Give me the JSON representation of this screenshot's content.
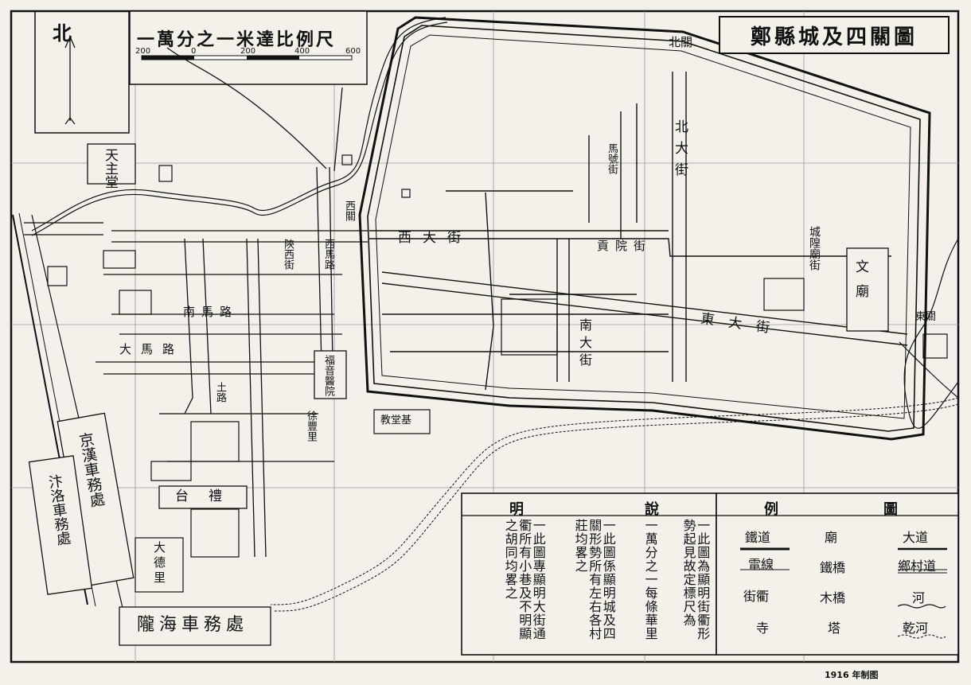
{
  "title": "鄭縣城及四關圖",
  "scale": {
    "title": "一萬分之一米達比例尺",
    "ticks": [
      "200",
      "0",
      "200",
      "400",
      "600"
    ]
  },
  "north": "北",
  "year_note": "1916 年制图",
  "explanation": {
    "header": [
      "說",
      "明"
    ],
    "lines": [
      "一此圖為顯明街衢形勢起見故定標尺為",
      "一萬分之一每條華里",
      "一此圖係顯明城及四關形勢所有左右各村莊均畧之",
      "一此圖專顯明大街通衢所有小巷及不明顯之胡同均畧之"
    ]
  },
  "legend": {
    "header": [
      "圖",
      "例"
    ],
    "items": [
      "大道",
      "鄉村道",
      "河",
      "乾河",
      "廟",
      "鐵橋",
      "木橋",
      "塔",
      "鐵道",
      "電線",
      "街衢",
      "寺"
    ]
  },
  "places": {
    "tianzhutang": "天主堂",
    "jingshou": "京漢車務處",
    "bianluo": "汴洛車務處",
    "longhai": "隴海車務處",
    "dagong": "大德里",
    "taiguan": "台",
    "tiantai": "禮",
    "fuyin": "福音醫院",
    "xudeli": "徐豐里",
    "jiaotang": "教堂基",
    "west_avenue": "西大街",
    "east_avenue": "東大街",
    "south_avenue": "南大街",
    "north_avenue": "北大街",
    "gongyuan": "貢院街",
    "chenghuang": "城隍廟街",
    "wenmiao": "文廟",
    "dongguan": "東關",
    "xiguan": "西關",
    "beiguan": "北關",
    "mashu": "馬號街",
    "shanxi": "陝西街",
    "tulu": "土路",
    "nanmaquan": "南馬路",
    "dama": "大馬路",
    "ximaqu": "西馬路"
  },
  "colors": {
    "ink": "#111111",
    "paper": "#f3f1ea"
  }
}
